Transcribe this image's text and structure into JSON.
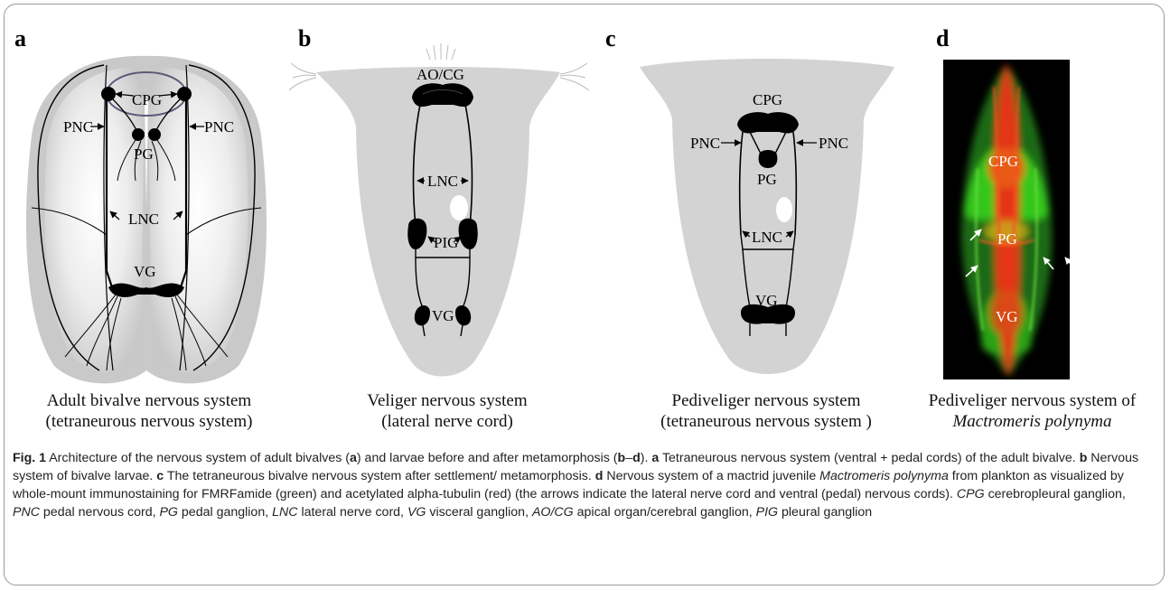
{
  "panels": {
    "a": {
      "letter": "a",
      "labels": {
        "cpg": "CPG",
        "pnc_left": "PNC",
        "pnc_right": "PNC",
        "pg": "PG",
        "lnc": "LNC",
        "vg": "VG"
      },
      "caption_line1": "Adult bivalve nervous system",
      "caption_line2": "(tetraneurous nervous system)"
    },
    "b": {
      "letter": "b",
      "labels": {
        "aocg": "AO/CG",
        "lnc": "LNC",
        "pig": "PIG",
        "vg": "VG"
      },
      "caption_line1": "Veliger nervous system",
      "caption_line2": "(lateral nerve cord)"
    },
    "c": {
      "letter": "c",
      "labels": {
        "cpg": "CPG",
        "pnc_left": "PNC",
        "pnc_right": "PNC",
        "pg": "PG",
        "lnc": "LNC",
        "vg": "VG"
      },
      "caption_line1": "Pediveliger nervous system",
      "caption_line2": "(tetraneurous nervous system )"
    },
    "d": {
      "letter": "d",
      "labels": {
        "cpg": "CPG",
        "pg": "PG",
        "vg": "VG"
      },
      "caption_line1": "Pediveliger nervous system of",
      "caption_line2": "Mactromeris polynyma"
    }
  },
  "caption": {
    "fig_label": "Fig. 1",
    "seg1": "  Architecture of the nervous system of adult bivalves (",
    "b_a1": "a",
    "seg2": ") and larvae before and after metamorphosis (",
    "b_bd": "b",
    "dash": "–",
    "b_d1": "d",
    "seg3": "). ",
    "b_a2": "a",
    "seg4": " Tetraneurous nervous system (ventral + pedal cords) of the adult bivalve. ",
    "b_b": "b",
    "seg5": " Nervous system of bivalve larvae. ",
    "b_c": "c",
    "seg6": " The tetraneurous bivalve nervous system after settlement/ metamorphosis. ",
    "b_d2": "d",
    "seg7": " Nervous system of a mactrid juvenile ",
    "it_species": "Mactromeris polynyma",
    "seg8": " from plankton as visualized by whole-mount immunostaining for FMRFamide (green) and acetylated alpha-tubulin (red) (the arrows indicate the lateral nerve cord and ventral (pedal) nervous cords). ",
    "it_cpg": "CPG",
    "seg9": " cerebropleural ganglion, ",
    "it_pnc": "PNC",
    "seg10": " pedal nervous cord, ",
    "it_pg": "PG",
    "seg11": " pedal ganglion, ",
    "it_lnc": "LNC",
    "seg12": " lateral nerve cord, ",
    "it_vg": "VG",
    "seg13": " visceral ganglion, ",
    "it_aocg": "AO/CG",
    "seg14": " apical organ/cerebral ganglion, ",
    "it_pig": "PIG",
    "seg15": " pleural ganglion"
  }
}
